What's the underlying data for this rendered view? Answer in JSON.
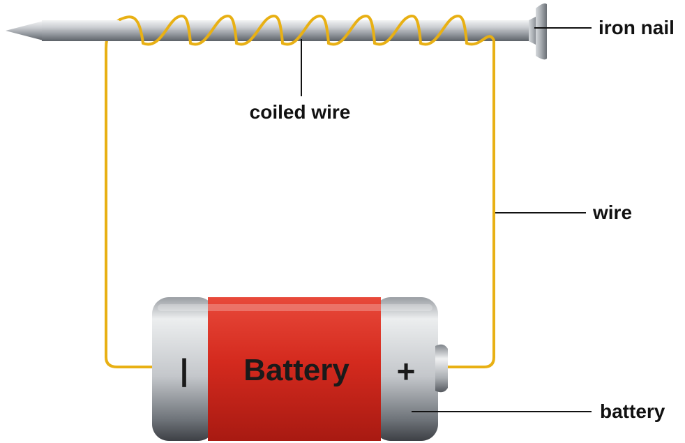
{
  "diagram": {
    "labels": {
      "iron_nail": "iron nail",
      "coiled_wire": "coiled wire",
      "wire": "wire",
      "battery": "battery"
    },
    "battery": {
      "text": "Battery",
      "negative_symbol": "|",
      "positive_symbol": "+"
    },
    "colors": {
      "wire": "#e8b014",
      "battery_red": "#d42a1e",
      "battery_silver": "#c7c9cc",
      "nail": "#b9bdc1",
      "leader_line": "#111111"
    }
  }
}
